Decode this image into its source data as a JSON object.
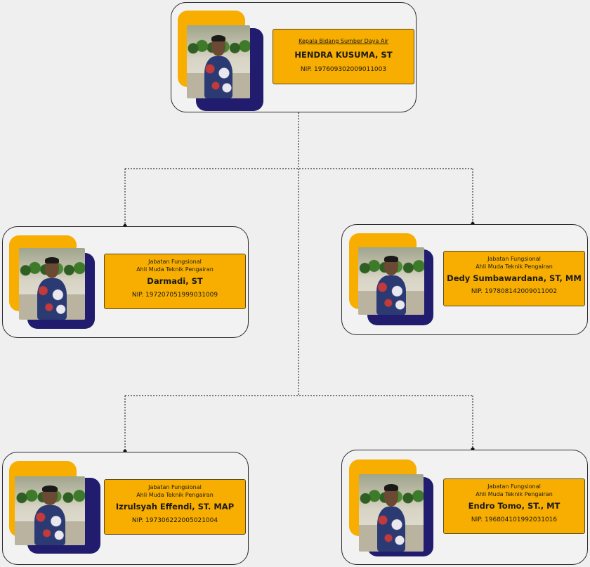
{
  "head": {
    "role": "Kepala Bidang Sumber Daya Air",
    "name": "HENDRA KUSUMA, ST",
    "nip": "NIP. 197609302009011003"
  },
  "members": [
    {
      "role_line1": "Jabatan Fungsional",
      "role_line2": "Ahli Muda Teknik Pengairan",
      "name": "Darmadi, ST",
      "nip": "NIP. 197207051999031009"
    },
    {
      "role_line1": "Jabatan Fungsional",
      "role_line2": "Ahli Muda Teknik Pengairan",
      "name": "Dedy Sumbawardana, ST, MM",
      "nip": "NIP. 197808142009011002"
    },
    {
      "role_line1": "Jabatan Fungsional",
      "role_line2": "Ahli Muda Teknik Pengairan",
      "name": "Izrulsyah Effendi, ST. MAP",
      "nip": "NIP. 197306222005021004"
    },
    {
      "role_line1": "Jabatan Fungsional",
      "role_line2": "Ahli Muda Teknik Pengairan",
      "name": "Endro Tomo, ST., MT",
      "nip": "NIP. 196804101992031016"
    }
  ],
  "colors": {
    "accent_yellow": "#f7ae00",
    "accent_navy": "#211c6e",
    "card_bg": "#f2f2f2",
    "page_bg": "#efefef"
  }
}
